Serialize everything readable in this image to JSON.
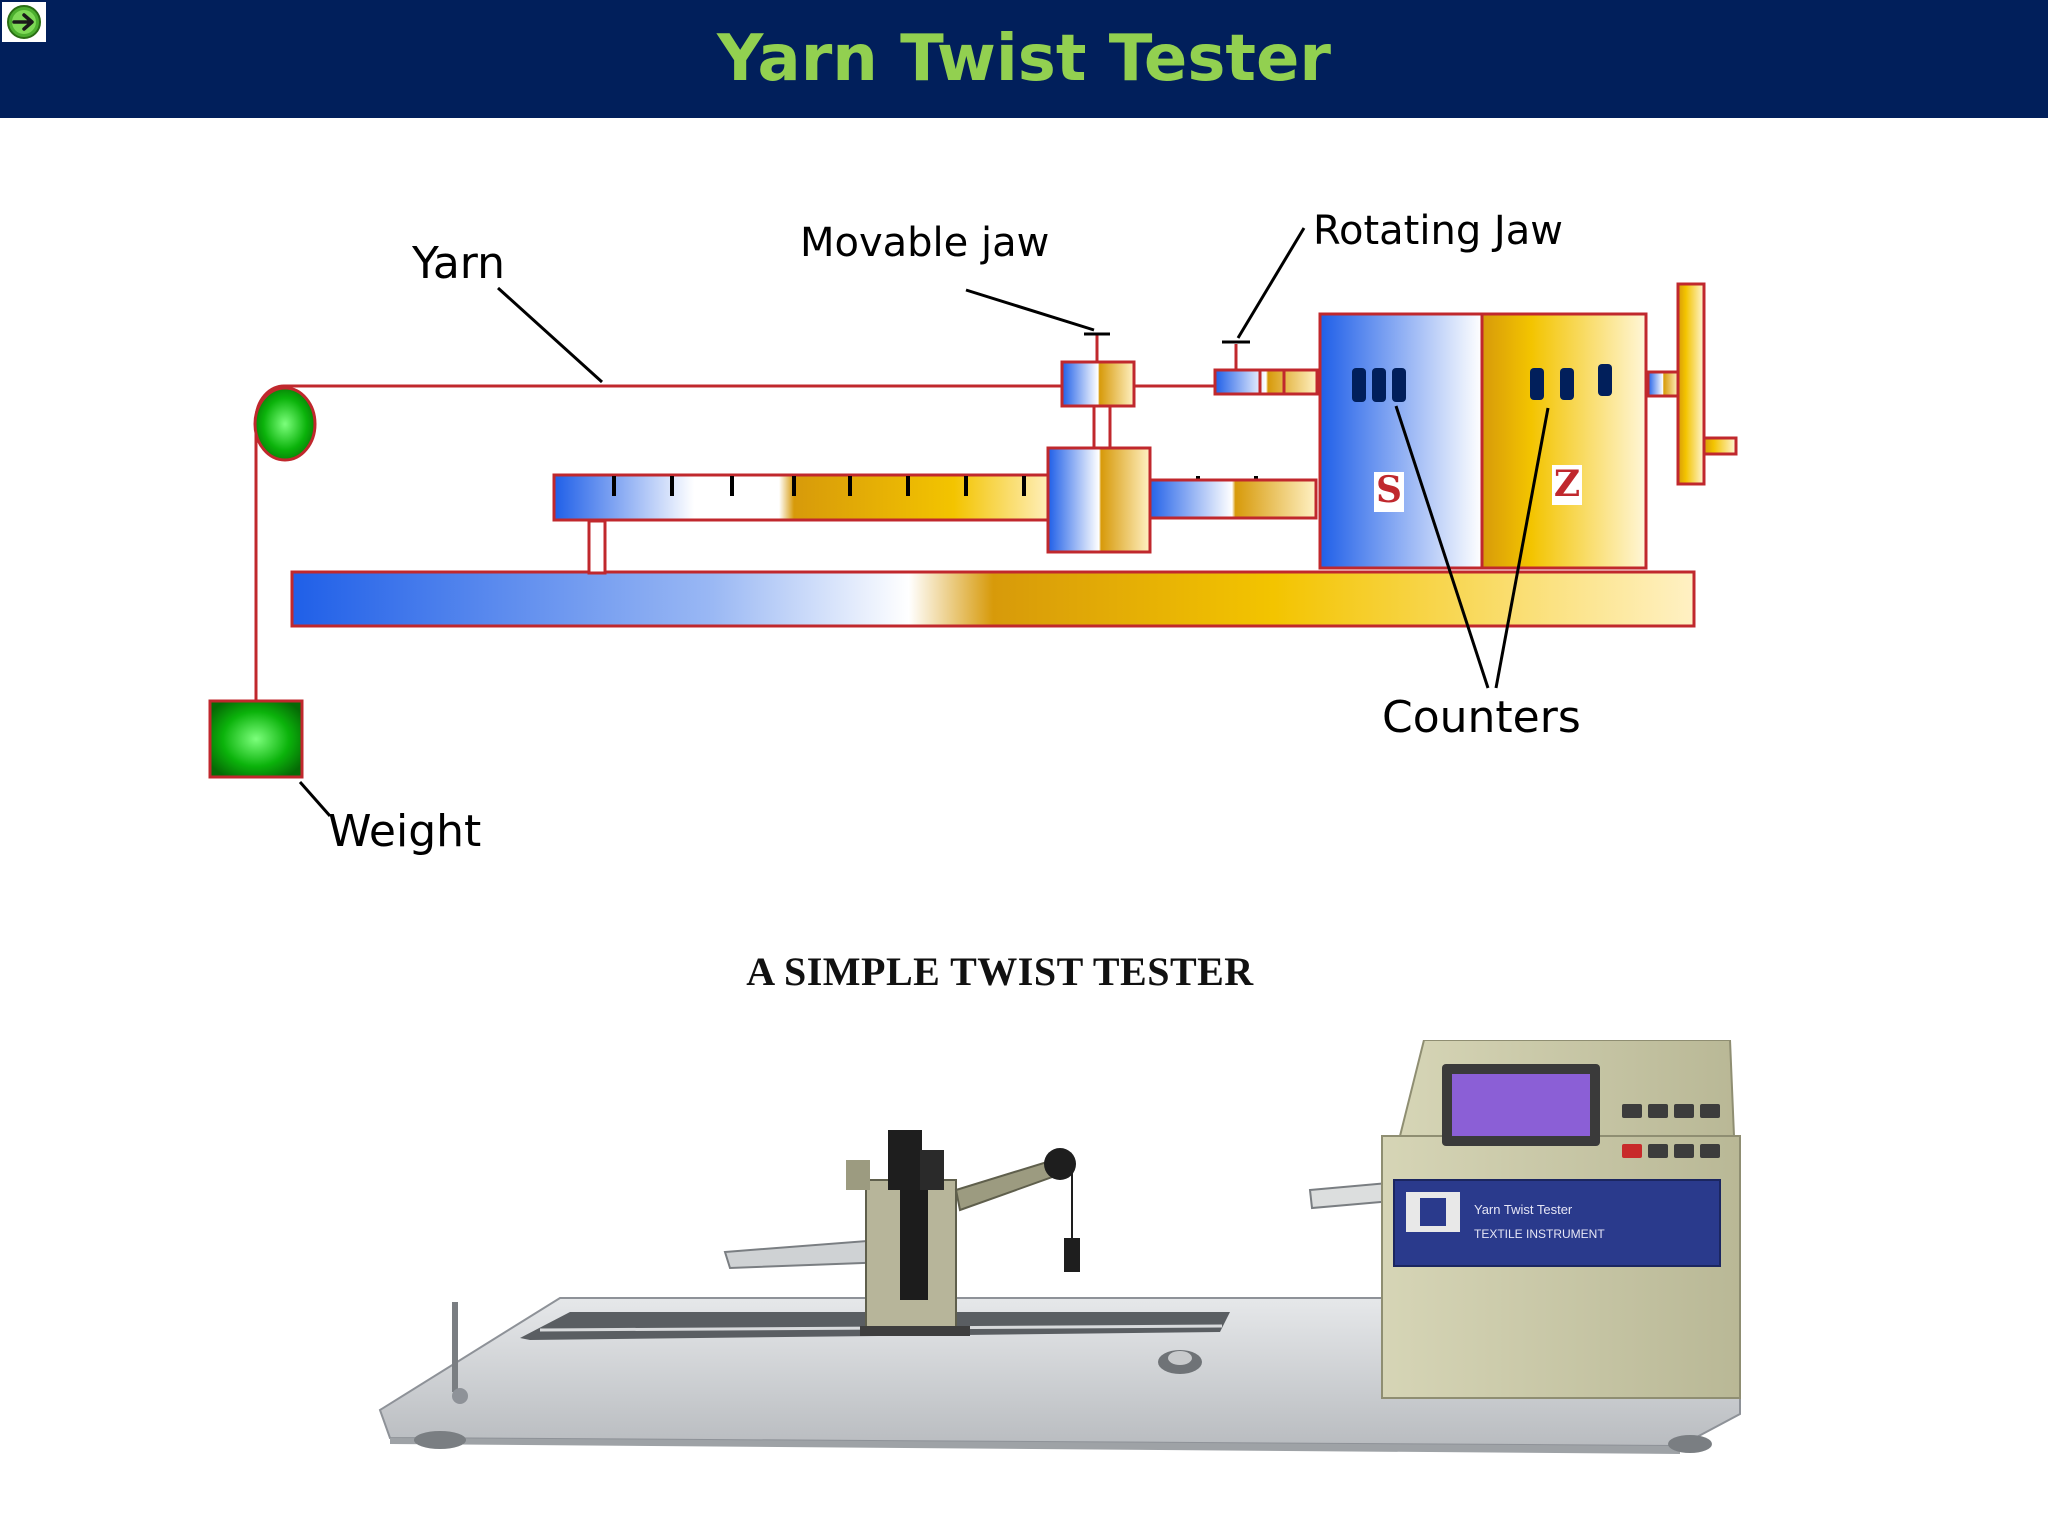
{
  "slide": {
    "title": "Yarn Twist Tester",
    "caption": "A SIMPLE TWIST TESTER"
  },
  "nav": {
    "icon": "arrow-right-icon"
  },
  "diagram": {
    "labels": {
      "yarn": "Yarn",
      "movable_jaw": "Movable jaw",
      "rotating_jaw": "Rotating Jaw",
      "counters": "Counters",
      "weight": "Weight",
      "s": "S",
      "z": "Z"
    }
  },
  "photo": {
    "description_icon": "twist-tester-machine",
    "panel_text_1": "Yarn Twist Tester",
    "panel_text_2": "TEXTILE INSTRUMENT"
  },
  "colors": {
    "header_bg": "#011f5b",
    "title": "#92d050",
    "outline": "#c0282d",
    "blue": "#2f6ee8",
    "gold": "#e8b20b",
    "green": "#0a9e0a"
  }
}
